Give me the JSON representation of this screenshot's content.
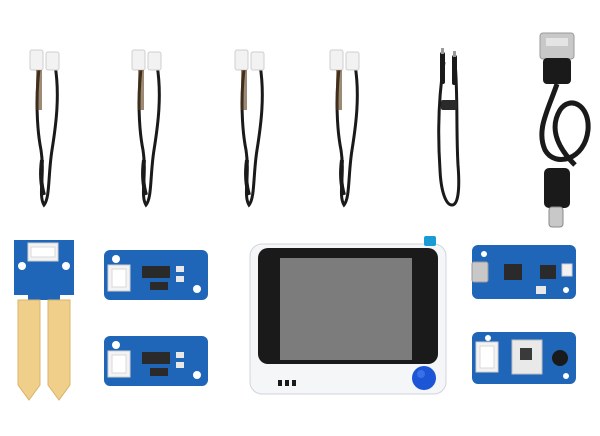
{
  "scene": {
    "background": "#ffffff",
    "cable_color": "#1a1a1a",
    "connector_color": "#f2f2f2",
    "board_color": "#1f66b8",
    "module_header_color": "#f3f3f3",
    "soil_board_color": "#1f66b8",
    "soil_probe_color": "#f0cf8a",
    "terminal_body_color": "#f4f6f8",
    "terminal_screen_color": "#7c7c7c",
    "terminal_button_color": "#1c56d6",
    "terminal_side_color": "#1a9bd6",
    "usb_metal_color": "#c8c8c8"
  },
  "items": {
    "grove_cables": [
      "grove-cable",
      "grove-cable",
      "grove-cable",
      "grove-cable"
    ],
    "cables": [
      "thin-cable",
      "usb-cable"
    ],
    "modules": [
      "soil-moisture-sensor",
      "relay-module",
      "relay-module",
      "usb-to-serial-module",
      "sensor-module"
    ],
    "device": "wio-terminal"
  }
}
